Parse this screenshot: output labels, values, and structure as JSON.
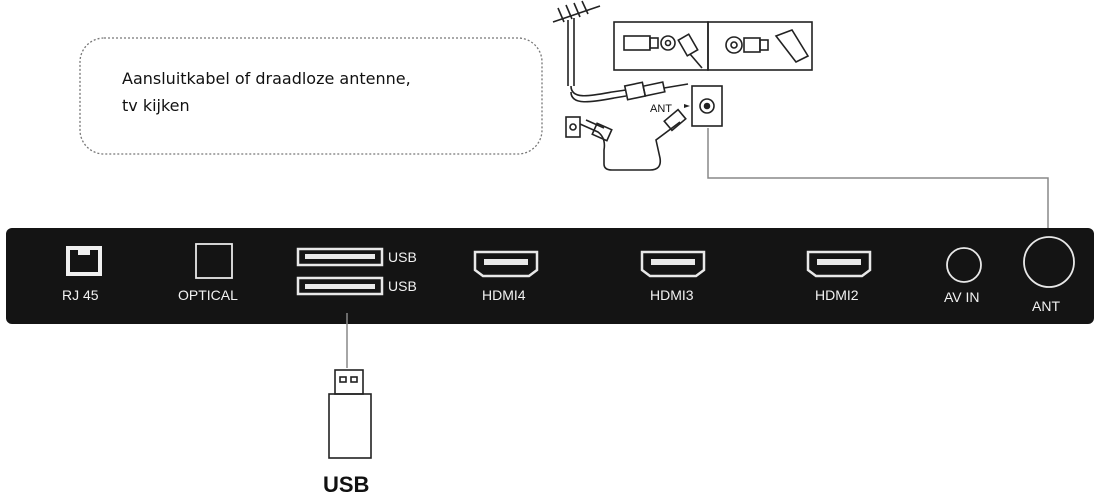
{
  "callout": {
    "line1": "Aansluitkabel of draadloze antenne,",
    "line2": "tv kijken"
  },
  "antenna_inset": {
    "ant_label": "ANT"
  },
  "panel": {
    "ports": {
      "rj45": "RJ 45",
      "optical": "OPTICAL",
      "usb_top": "USB",
      "usb_bottom": "USB",
      "hdmi4": "HDMI4",
      "hdmi3": "HDMI3",
      "hdmi2": "HDMI2",
      "av_in": "AV IN",
      "ant": "ANT"
    }
  },
  "usb_device": {
    "label": "USB"
  },
  "colors": {
    "panel": "#141414",
    "port_stroke": "#e8e8e8",
    "connector_line": "#888888"
  },
  "icons": [
    "antenna-icon",
    "wall-socket-icon",
    "coax-plug-icon",
    "usb-stick-icon"
  ]
}
